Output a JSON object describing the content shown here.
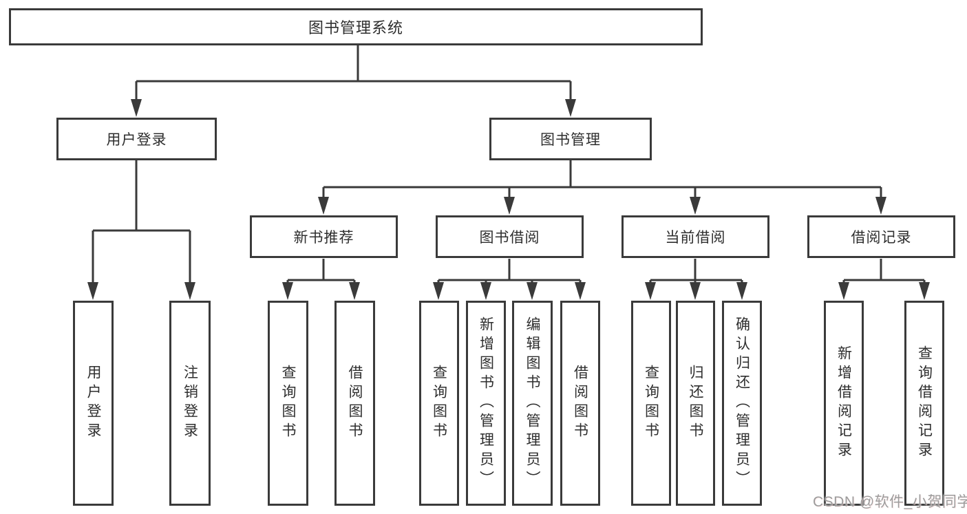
{
  "diagram": {
    "root": {
      "label": "图书管理系统"
    },
    "branches": [
      {
        "label": "用户登录",
        "children": [
          {
            "label": "用户登录"
          },
          {
            "label": "注销登录"
          }
        ]
      },
      {
        "label": "图书管理",
        "children": [
          {
            "label": "新书推荐",
            "children": [
              {
                "label": "查询图书"
              },
              {
                "label": "借阅图书"
              }
            ]
          },
          {
            "label": "图书借阅",
            "children": [
              {
                "label": "查询图书"
              },
              {
                "label": "新增图书（管理员）"
              },
              {
                "label": "编辑图书（管理员）"
              },
              {
                "label": "借阅图书"
              }
            ]
          },
          {
            "label": "当前借阅",
            "children": [
              {
                "label": "查询图书"
              },
              {
                "label": "归还图书"
              },
              {
                "label": "确认归还（管理员）"
              }
            ]
          },
          {
            "label": "借阅记录",
            "children": [
              {
                "label": "新增借阅记录"
              },
              {
                "label": "查询借阅记录"
              }
            ]
          }
        ]
      }
    ],
    "watermark": {
      "text": "CSDN @软件_小贺同学"
    },
    "colors": {
      "line": "#3a3a3a",
      "text": "#2e2e2e",
      "background": "#ffffff",
      "watermark": "#9c9c9c"
    }
  }
}
